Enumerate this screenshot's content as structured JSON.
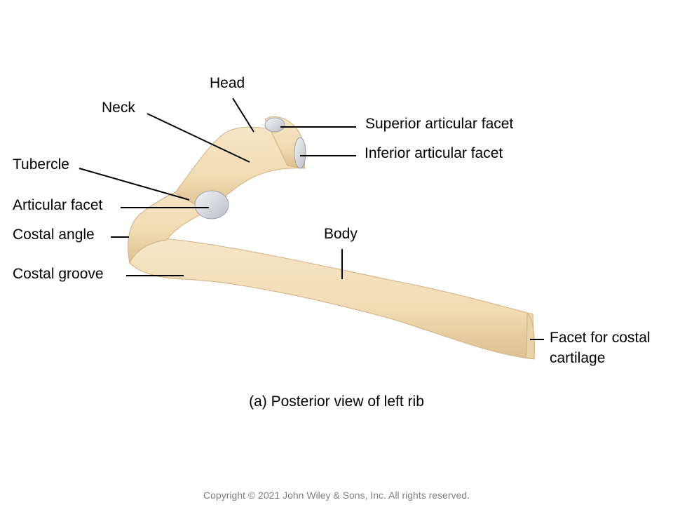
{
  "labels": {
    "head": "Head",
    "neck": "Neck",
    "superior_articular_facet": "Superior articular facet",
    "inferior_articular_facet": "Inferior articular facet",
    "tubercle": "Tubercle",
    "articular_facet": "Articular facet",
    "costal_angle": "Costal angle",
    "costal_groove": "Costal groove",
    "body": "Body",
    "facet_costal_line1": "Facet for costal",
    "facet_costal_line2": "cartilage"
  },
  "caption": "(a) Posterior view of left rib",
  "copyright": "Copyright © 2021 John Wiley & Sons, Inc. All rights reserved.",
  "colors": {
    "bone": "#f1ddb6",
    "bone_shade": "#d9bd8c",
    "facet": "#d6dadf",
    "leader_line": "#000000"
  }
}
